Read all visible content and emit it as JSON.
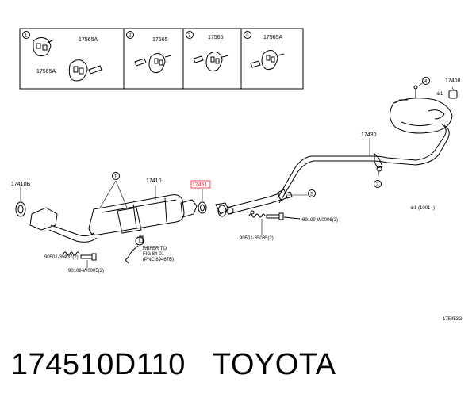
{
  "inset_panels": [
    {
      "num": "1",
      "labels": [
        "17565A",
        "17565A"
      ]
    },
    {
      "num": "2",
      "labels": [
        "17565"
      ]
    },
    {
      "num": "3",
      "labels": [
        "17565"
      ]
    },
    {
      "num": "4",
      "labels": [
        "17565A"
      ]
    }
  ],
  "callouts": {
    "p1": "1",
    "p2": "2",
    "p3": "3",
    "p4": "4"
  },
  "labels": {
    "l17408": "17408",
    "l17430": "17430",
    "l17410B": "17410B",
    "l17410": "17410",
    "l17451": "17451",
    "note": "※1 (1001-  )",
    "star1": "※1",
    "bolt_right": "90109-W0006(2)",
    "spring_right": "90501-35035(2)",
    "refer1": "REFER TO",
    "refer2": "FIG 84-01",
    "refer3": "(PNC 89467B)",
    "spring_left": "90501-35037(2)",
    "bolt_left": "90109-W0005(2)",
    "fig_code": "175453G"
  },
  "highlight_color": "#e0282e",
  "caption": {
    "part_number": "174510D110",
    "brand": "TOYOTA"
  }
}
